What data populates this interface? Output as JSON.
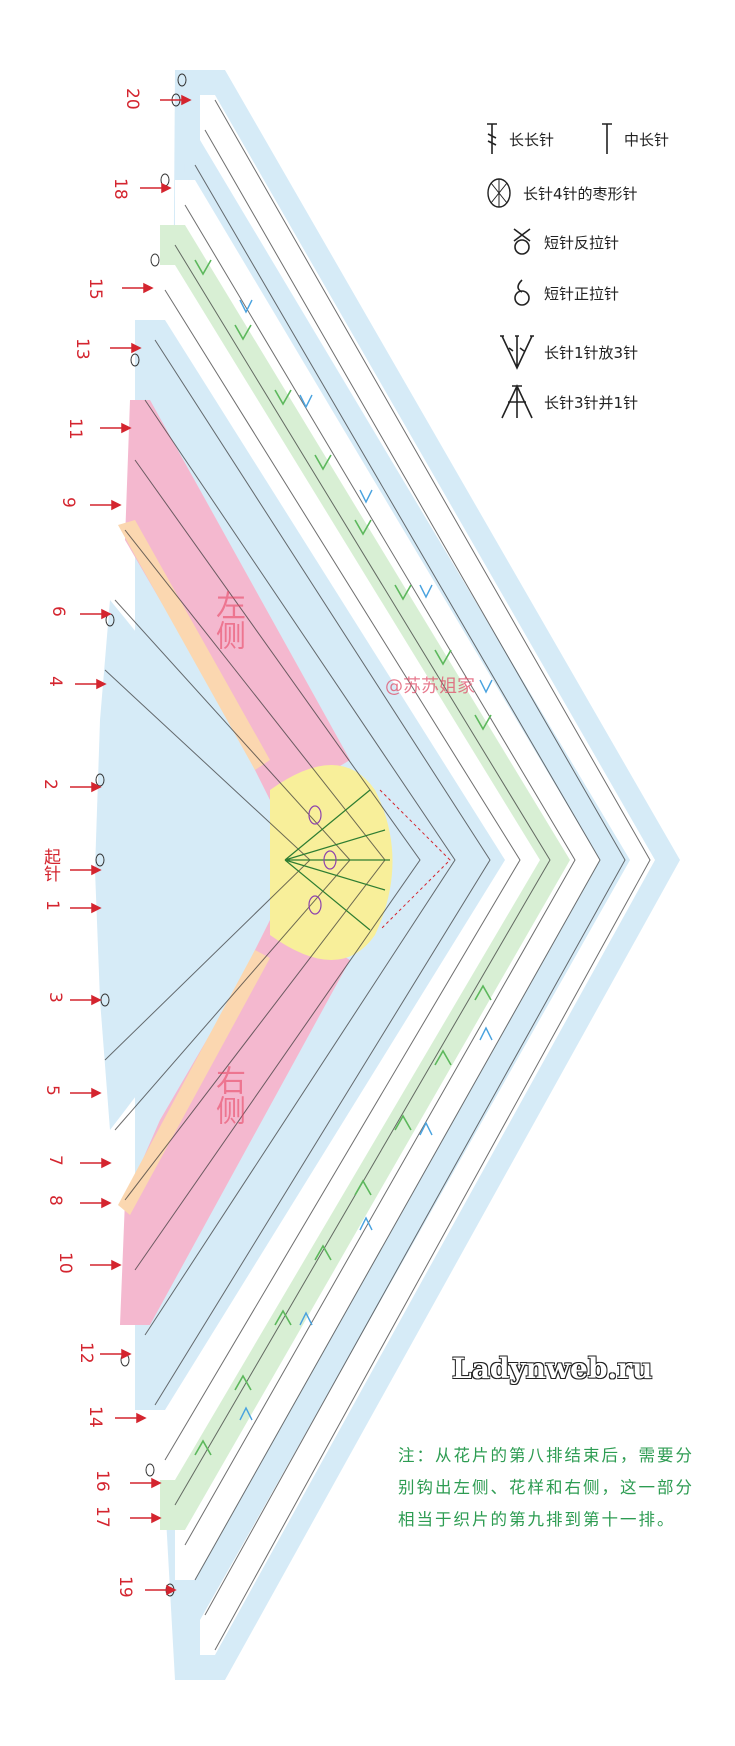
{
  "row_labels": {
    "top": [
      "20",
      "18",
      "15",
      "13",
      "11",
      "9",
      "6",
      "4",
      "2"
    ],
    "start": "起针",
    "middle": "1",
    "bottom": [
      "3",
      "5",
      "7",
      "8",
      "10",
      "12",
      "14",
      "16",
      "17",
      "19"
    ]
  },
  "legend": [
    {
      "icon": "double-treble-icon",
      "label": "长长针"
    },
    {
      "icon": "half-double-icon",
      "label": "中长针"
    },
    {
      "icon": "puff-stitch-icon",
      "label": "长针4针的枣形针"
    },
    {
      "icon": "back-post-sc-icon",
      "label": "短针反拉针"
    },
    {
      "icon": "front-post-sc-icon",
      "label": "短针正拉针"
    },
    {
      "icon": "increase-icon",
      "label": "长针1针放3针"
    },
    {
      "icon": "decrease-icon",
      "label": "长针3针并1针"
    }
  ],
  "sections": {
    "left": "左侧",
    "right": "右侧"
  },
  "watermark": "@苏苏姐家",
  "brand": "Ladynweb.ru",
  "note": "注：从花片的第八排结束后，需要分别钩出左侧、花样和右侧，这一部分相当于织片的第九排到第十一排。",
  "colors": {
    "row_label": "#d4252f",
    "band_blue": "#d6ebf7",
    "band_green": "#d8efd4",
    "band_pink": "#f4b8cf",
    "band_orange": "#fbd7b0",
    "band_yellow": "#f8ef9a",
    "stitch": "#333333",
    "green_stitch": "#5cb85c",
    "blue_stitch": "#4aa3df",
    "note_text": "#2d9c52"
  }
}
